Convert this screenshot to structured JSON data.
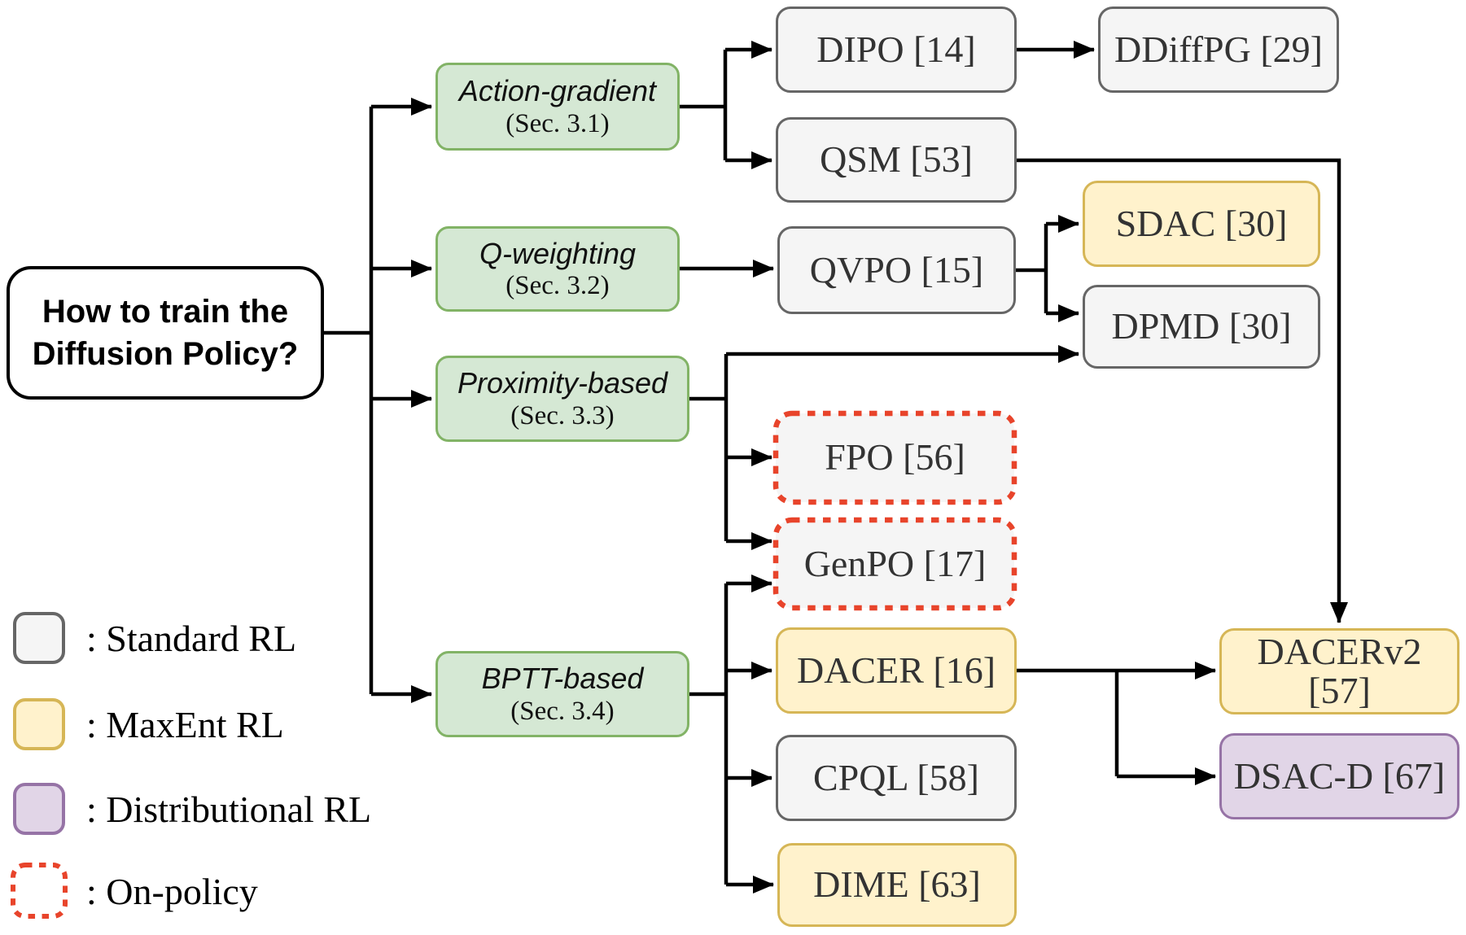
{
  "figure": {
    "root": {
      "line1": "How to train the",
      "line2": "Diffusion Policy?"
    },
    "categories": {
      "action_gradient": {
        "title": "Action-gradient",
        "subtitle": "(Sec. 3.1)"
      },
      "q_weighting": {
        "title": "Q-weighting",
        "subtitle": "(Sec. 3.2)"
      },
      "proximity_based": {
        "title": "Proximity-based",
        "subtitle": "(Sec. 3.3)"
      },
      "bptt_based": {
        "title": "BPTT-based",
        "subtitle": "(Sec. 3.4)"
      }
    },
    "methods": {
      "dipo": "DIPO [14]",
      "ddiffpg": "DDiffPG [29]",
      "qsm": "QSM [53]",
      "qvpo": "QVPO [15]",
      "sdac": "SDAC [30]",
      "dpmd": "DPMD [30]",
      "fpo": "FPO [56]",
      "genpo": "GenPO [17]",
      "dacer": "DACER [16]",
      "cpql": "CPQL [58]",
      "dime": "DIME [63]",
      "dacerv2": "DACERv2 [57]",
      "dsacd": "DSAC-D [67]"
    },
    "legend": {
      "standard": ": Standard RL",
      "maxent": ": MaxEnt RL",
      "distributional": ": Distributional RL",
      "onpolicy": ": On-policy"
    },
    "colors": {
      "standard_fill": "#f5f5f5",
      "standard_stroke": "#666666",
      "maxent_fill": "#fff2cc",
      "maxent_stroke": "#d6b656",
      "distributional_fill": "#e1d5e7",
      "distributional_stroke": "#9673a6",
      "category_fill": "#d5e8d4",
      "category_stroke": "#82b366",
      "onpolicy_stroke": "#e8442b",
      "edge": "#000000"
    }
  }
}
